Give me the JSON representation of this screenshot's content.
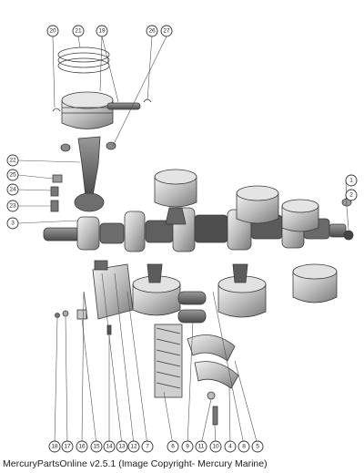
{
  "caption": "MercuryPartsOnline v2.5.1 (Image Copyright- Mercury Marine)",
  "callouts": [
    "1",
    "2",
    "3",
    "4",
    "5",
    "6",
    "7",
    "8",
    "9",
    "10",
    "11",
    "12",
    "13",
    "14",
    "15",
    "16",
    "17",
    "18",
    "19",
    "20",
    "21",
    "22",
    "23",
    "24",
    "25",
    "26",
    "27"
  ],
  "colors": {
    "ink": "#333333",
    "part_dark": "#555555",
    "part_light": "#d9d9d9",
    "background": "#ffffff"
  }
}
